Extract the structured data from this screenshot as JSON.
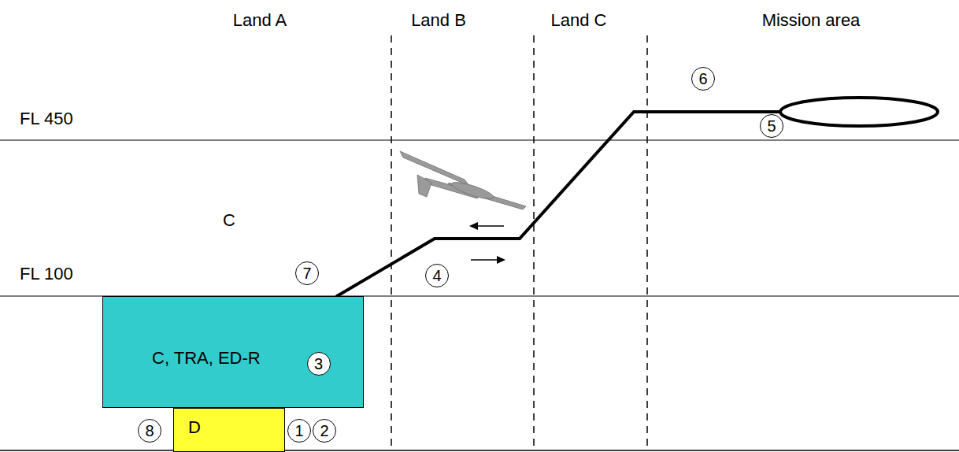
{
  "diagram": {
    "nodes": [
      {
        "text": [
          "6"
        ]
      },
      {
        "text": [
          "5"
        ]
      },
      {
        "text": [
          "7"
        ]
      },
      {
        "text": [
          "4"
        ]
      },
      {
        "text": [
          "C, TRA, ED-R"
        ]
      },
      {
        "text": [
          "3"
        ],
        "in": 4
      },
      {
        "text": [
          "D"
        ]
      },
      {
        "text": [
          "8"
        ]
      },
      {
        "text": [
          "1"
        ]
      },
      {
        "text": [
          "2"
        ]
      }
    ],
    "labels": [
      "Land A",
      "Land B",
      "Land C",
      "Mission area",
      "FL 450",
      "FL 100",
      "C"
    ]
  }
}
